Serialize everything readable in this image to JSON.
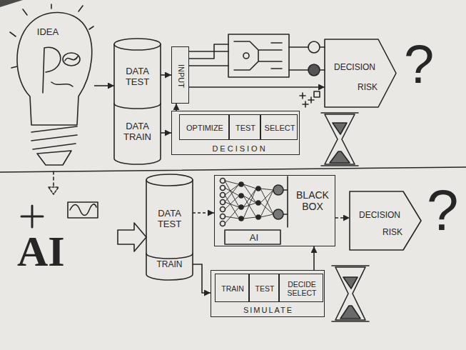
{
  "diagram": {
    "nodes": [
      {
        "text": [
          "IDEA"
        ]
      },
      {
        "text": [
          "DATA TEST"
        ]
      },
      {
        "text": [
          "DATA TRAIN"
        ]
      },
      {
        "text": [
          "INPUT"
        ]
      },
      {
        "text": [
          "DECISION"
        ]
      },
      {
        "text": [
          "OPTIMIZE"
        ],
        "in": 4
      },
      {
        "text": [
          "TEST"
        ],
        "in": 4
      },
      {
        "text": [
          "SELECT"
        ],
        "in": 4
      },
      {
        "text": [
          "DECISION",
          "RISK"
        ]
      },
      {
        "text": [
          "DATA TEST"
        ]
      },
      {
        "text": [
          "TRAIN"
        ]
      },
      {
        "text": [
          "BLACK BOX",
          "AI"
        ]
      },
      {
        "text": [
          "SIMULATE"
        ]
      },
      {
        "text": [
          "TRAIN"
        ],
        "in": 12
      },
      {
        "text": [
          "TEST"
        ],
        "in": 12
      },
      {
        "text": [
          "DECIDE SELECT"
        ],
        "in": 12
      },
      {
        "text": [
          "DECISION",
          "RISK"
        ]
      }
    ],
    "edges": [
      {
        "from": 0,
        "to": 1,
        "arrow": "to"
      },
      {
        "from": 1,
        "to": 3,
        "arrow": "to"
      },
      {
        "from": 3,
        "to": 8,
        "arrow": "to"
      },
      {
        "from": 2,
        "to": 4,
        "arrow": "to"
      },
      {
        "from": 4,
        "to": 3,
        "arrow": "to"
      },
      {
        "from": 9,
        "to": 11,
        "arrow": "to"
      },
      {
        "from": 10,
        "to": 12,
        "arrow": "to"
      },
      {
        "from": 12,
        "to": 11,
        "arrow": "to"
      },
      {
        "from": 11,
        "to": 16,
        "arrow": "to"
      }
    ],
    "labels": [
      "?",
      "AI",
      "?"
    ]
  }
}
